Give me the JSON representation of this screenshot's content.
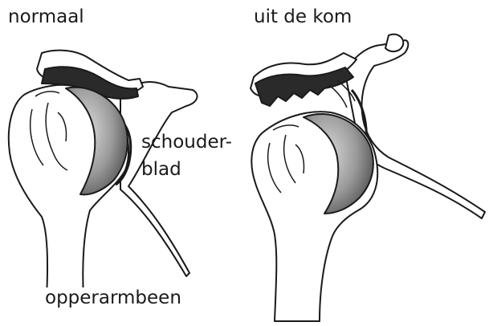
{
  "labels": {
    "normal": "normaal",
    "dislocated": "uit de kom",
    "shoulder_blade_line1": "schouder-",
    "shoulder_blade_line2": "blad",
    "upper_arm_bone": "opperarmbeen"
  },
  "colors": {
    "ink": "#1a1a1a",
    "bone_fill": "#ffffff",
    "head_shade": "#9a9a9a",
    "head_dark": "#4a4a4a",
    "acromion_dark": "#2a2a2a"
  }
}
